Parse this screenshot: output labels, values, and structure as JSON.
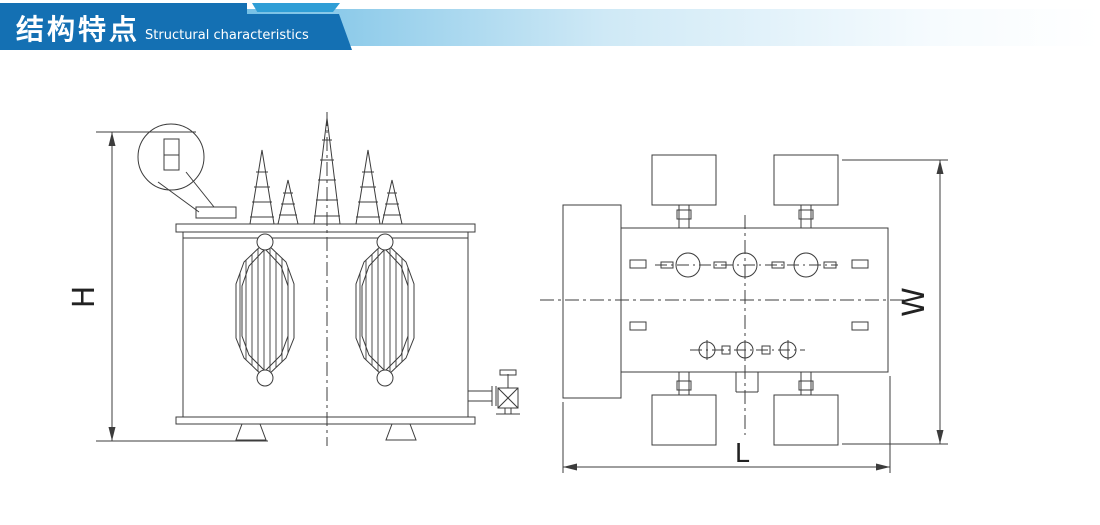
{
  "header": {
    "title_zh": "结构特点",
    "title_en": "Structural characteristics",
    "colors": {
      "ribbon_dark": "#1470b3",
      "ribbon_accent": "#2f9ed6",
      "band_gradient_start": "#2f9ed6",
      "band_gradient_end": "#ffffff"
    }
  },
  "diagram": {
    "line_color": "#3c3c3c",
    "front_view": {
      "description": "transformer-front-elevation",
      "dimension_label": "H"
    },
    "top_view": {
      "description": "transformer-plan-view",
      "width_label": "W",
      "length_label": "L"
    }
  }
}
